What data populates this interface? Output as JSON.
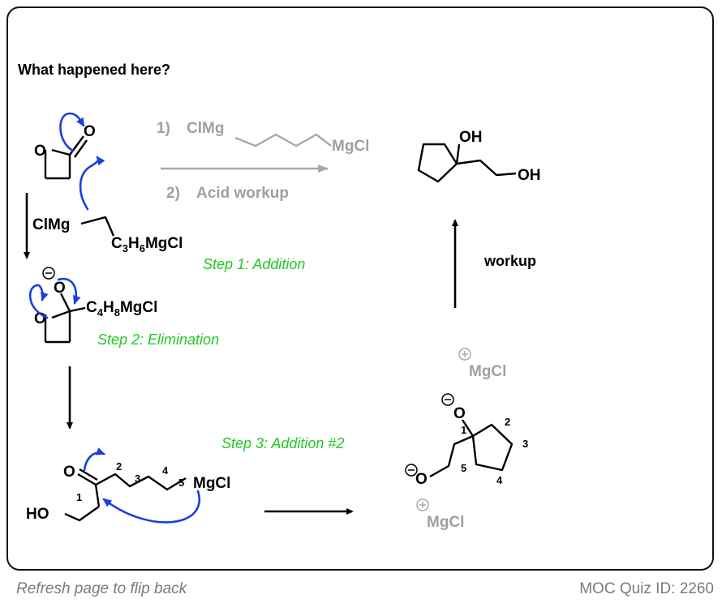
{
  "question": "What happened here?",
  "reagents": {
    "step1_num": "1)",
    "step1_left": "ClMg",
    "step1_right": "MgCl",
    "step2_num": "2)",
    "step2_text": "Acid workup"
  },
  "steps": {
    "s1": "Step 1: Addition",
    "s2": "Step 2: Elimination",
    "s3": "Step 3: Addition #2"
  },
  "workup_label": "workup",
  "atoms": {
    "O": "O",
    "OH": "OH",
    "HO": "HO",
    "ClMg": "ClMg",
    "MgCl": "MgCl",
    "C3H6MgCl": {
      "C": "C",
      "n3": "3",
      "H": "H",
      "n6": "6",
      "rest": "MgCl"
    },
    "C4H8MgCl": {
      "C": "C",
      "n4": "4",
      "H": "H",
      "n8": "8",
      "rest": "MgCl"
    },
    "minus": "−",
    "plus": "+"
  },
  "numbering": {
    "chain": [
      "1",
      "2",
      "3",
      "4",
      "5"
    ],
    "ring": [
      "1",
      "2",
      "3",
      "4",
      "5"
    ]
  },
  "footer": {
    "left": "Refresh page to flip back",
    "right": "MOC Quiz ID: 2260"
  }
}
